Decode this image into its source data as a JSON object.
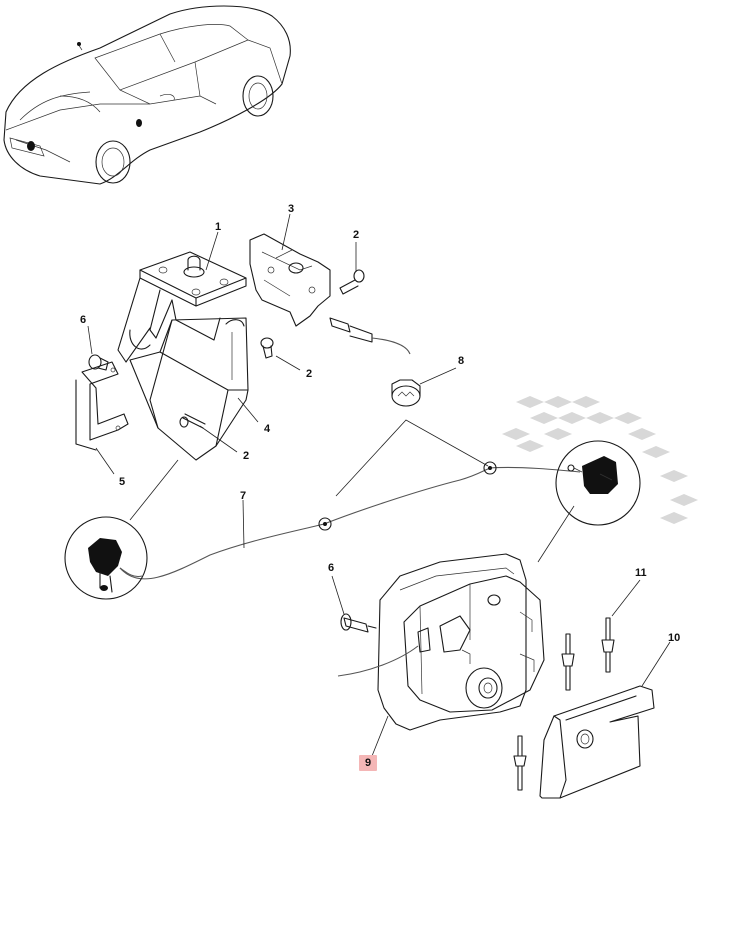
{
  "callouts": [
    {
      "id": "c1",
      "label": "1"
    },
    {
      "id": "c2a",
      "label": "2"
    },
    {
      "id": "c2b",
      "label": "2"
    },
    {
      "id": "c2c",
      "label": "2"
    },
    {
      "id": "c3",
      "label": "3"
    },
    {
      "id": "c4",
      "label": "4"
    },
    {
      "id": "c5",
      "label": "5"
    },
    {
      "id": "c6a",
      "label": "6"
    },
    {
      "id": "c6b",
      "label": "6"
    },
    {
      "id": "c7",
      "label": "7"
    },
    {
      "id": "c8",
      "label": "8"
    },
    {
      "id": "c9",
      "label": "9",
      "highlighted": true
    },
    {
      "id": "c10",
      "label": "10"
    },
    {
      "id": "c11",
      "label": "11"
    }
  ],
  "colors": {
    "highlight": "#f4b6b6",
    "line": "#1a1a1a",
    "checker": "#d8d8d8"
  }
}
